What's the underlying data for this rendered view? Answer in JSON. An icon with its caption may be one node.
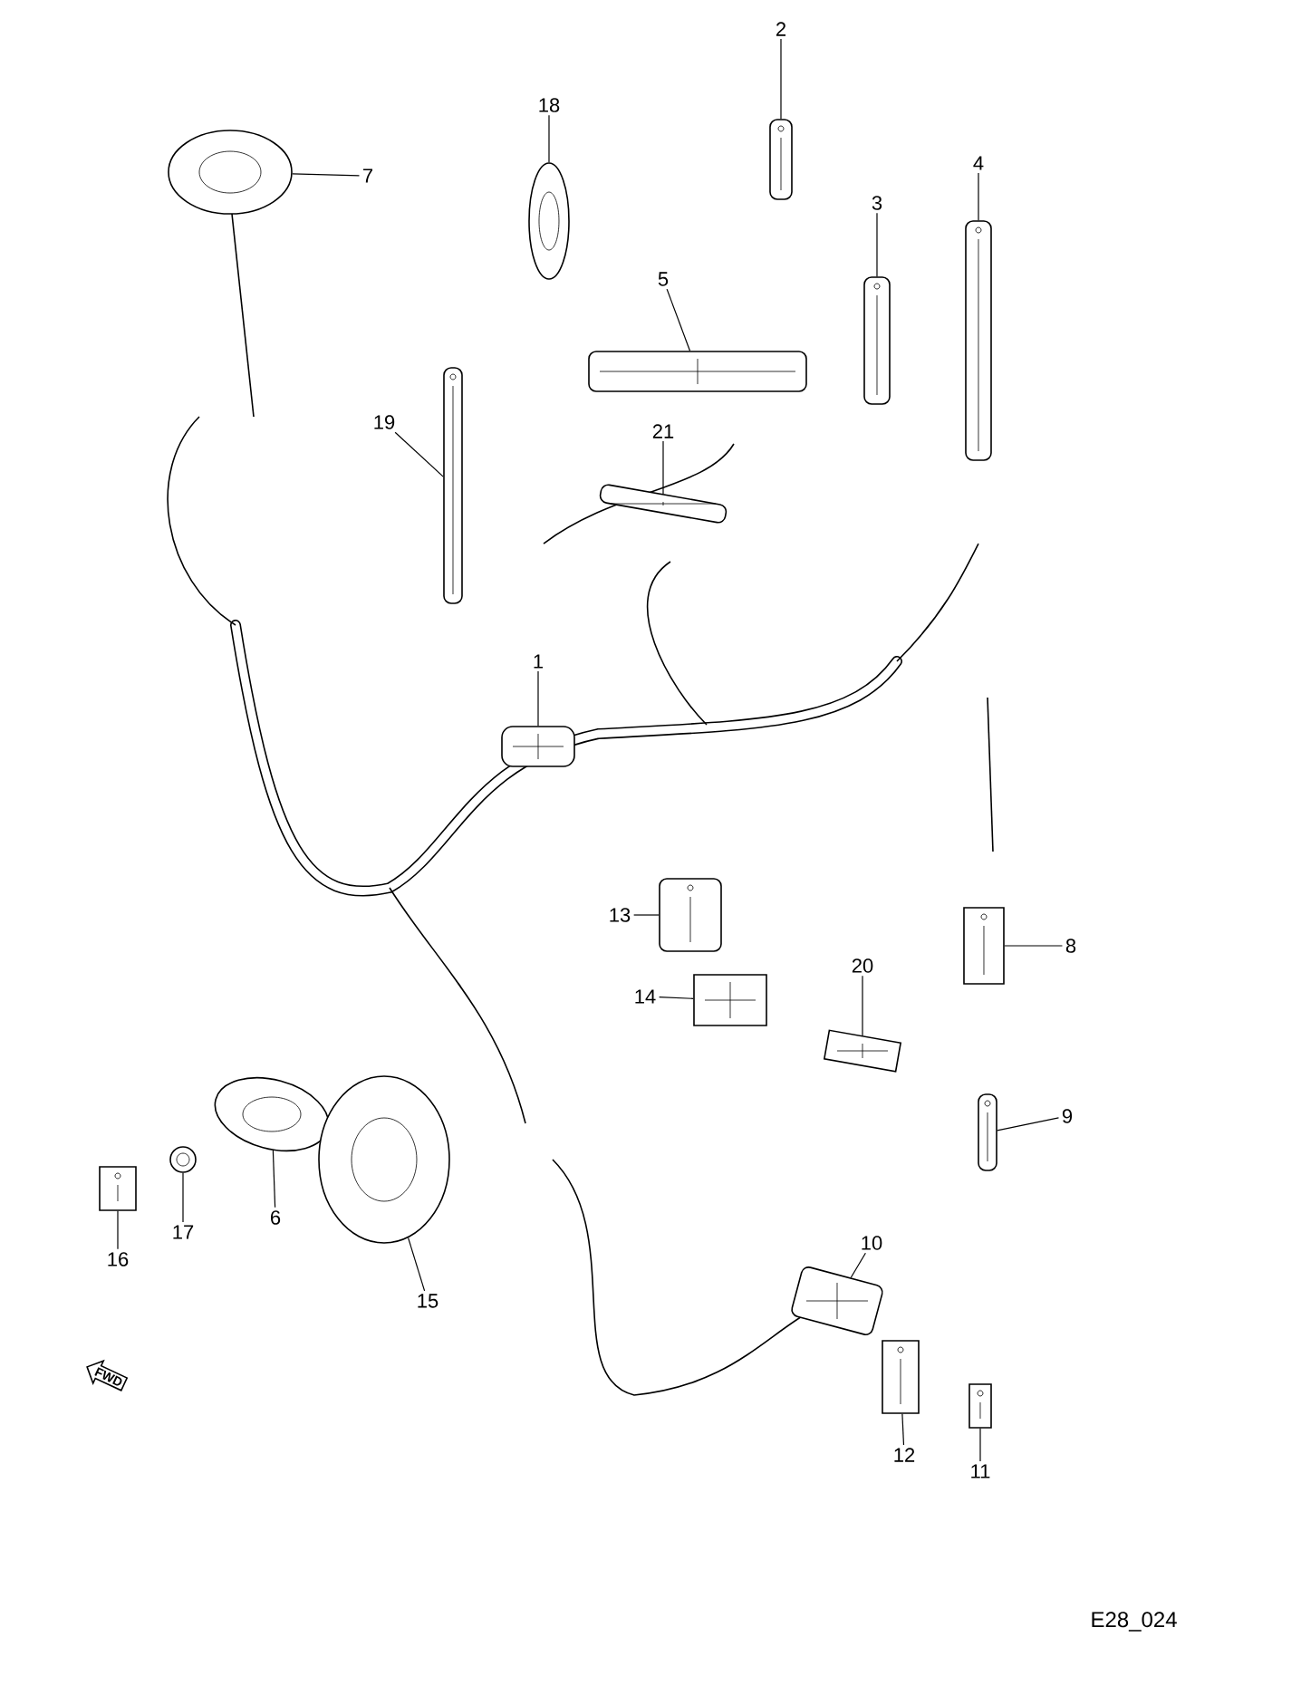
{
  "diagram": {
    "nodes": [
      {
        "text": [
          "1"
        ]
      },
      {
        "text": [
          "2"
        ]
      },
      {
        "text": [
          "3"
        ]
      },
      {
        "text": [
          "4"
        ]
      },
      {
        "text": [
          "5"
        ]
      },
      {
        "text": [
          "6"
        ]
      },
      {
        "text": [
          "7"
        ]
      },
      {
        "text": [
          "8"
        ]
      },
      {
        "text": [
          "9"
        ]
      },
      {
        "text": [
          "10"
        ]
      },
      {
        "text": [
          "11"
        ]
      },
      {
        "text": [
          "12"
        ]
      },
      {
        "text": [
          "13"
        ]
      },
      {
        "text": [
          "14"
        ]
      },
      {
        "text": [
          "15"
        ]
      },
      {
        "text": [
          "16"
        ]
      },
      {
        "text": [
          "17"
        ]
      },
      {
        "text": [
          "18"
        ]
      },
      {
        "text": [
          "19"
        ]
      },
      {
        "text": [
          "20"
        ]
      },
      {
        "text": [
          "21"
        ]
      },
      {
        "text": [],
        "shape": "picture"
      },
      {
        "text": [],
        "shape": "picture"
      },
      {
        "text": [],
        "shape": "picture"
      },
      {
        "text": [],
        "shape": "picture"
      },
      {
        "text": [],
        "shape": "picture"
      },
      {
        "text": [],
        "shape": "picture"
      },
      {
        "text": [],
        "shape": "picture"
      },
      {
        "text": [],
        "shape": "picture"
      },
      {
        "text": [],
        "shape": "picture"
      },
      {
        "text": [],
        "shape": "picture"
      },
      {
        "text": [],
        "shape": "picture"
      },
      {
        "text": [],
        "shape": "picture"
      },
      {
        "text": [],
        "shape": "picture"
      },
      {
        "text": [],
        "shape": "picture"
      },
      {
        "text": [],
        "shape": "picture"
      },
      {
        "text": [],
        "shape": "picture"
      },
      {
        "text": [],
        "shape": "picture"
      },
      {
        "text": [],
        "shape": "picture"
      },
      {
        "text": [],
        "shape": "picture"
      },
      {
        "text": [],
        "shape": "picture"
      },
      {
        "text": [],
        "shape": "picture"
      }
    ],
    "edges": [
      {
        "from": 0,
        "to": 21,
        "arrow": "none"
      },
      {
        "from": 1,
        "to": 22,
        "arrow": "none"
      },
      {
        "from": 2,
        "to": 23,
        "arrow": "none"
      },
      {
        "from": 3,
        "to": 24,
        "arrow": "none"
      },
      {
        "from": 4,
        "to": 25,
        "arrow": "none"
      },
      {
        "from": 5,
        "to": 26,
        "arrow": "none"
      },
      {
        "from": 6,
        "to": 27,
        "arrow": "none"
      },
      {
        "from": 7,
        "to": 28,
        "arrow": "none"
      },
      {
        "from": 8,
        "to": 29,
        "arrow": "none"
      },
      {
        "from": 9,
        "to": 30,
        "arrow": "none"
      },
      {
        "from": 10,
        "to": 31,
        "arrow": "none"
      },
      {
        "from": 11,
        "to": 32,
        "arrow": "none"
      },
      {
        "from": 12,
        "to": 33,
        "arrow": "none"
      },
      {
        "from": 13,
        "to": 34,
        "arrow": "none"
      },
      {
        "from": 14,
        "to": 35,
        "arrow": "none"
      },
      {
        "from": 15,
        "to": 36,
        "arrow": "none"
      },
      {
        "from": 16,
        "to": 37,
        "arrow": "none"
      },
      {
        "from": 17,
        "to": 38,
        "arrow": "none"
      },
      {
        "from": 18,
        "to": 39,
        "arrow": "none"
      },
      {
        "from": 19,
        "to": 40,
        "arrow": "none"
      },
      {
        "from": 20,
        "to": 41,
        "arrow": "none"
      }
    ],
    "labels": [
      "FWD",
      "E28_024"
    ]
  }
}
